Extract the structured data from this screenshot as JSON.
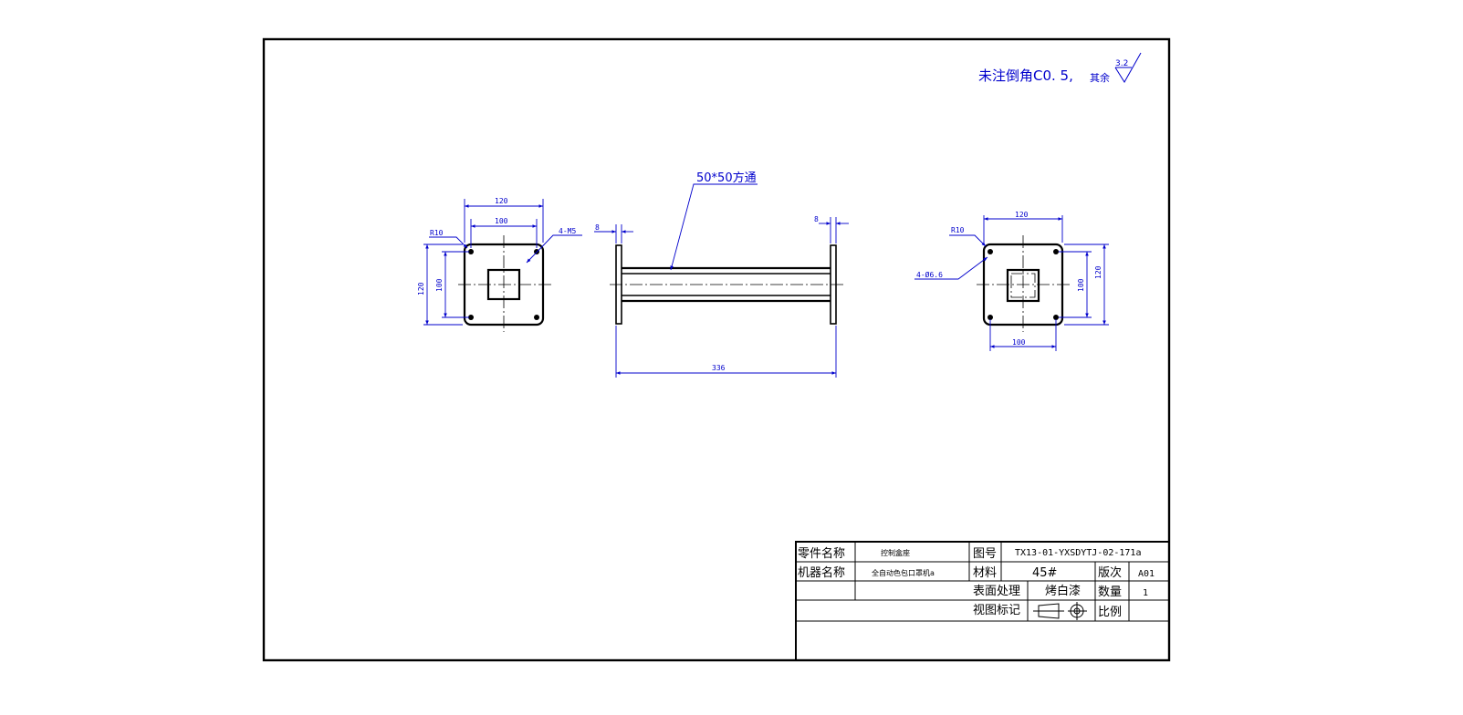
{
  "note": {
    "chamfer_text": "未注倒角C0. 5,",
    "rest_text": "其余",
    "roughness_value": "3.2"
  },
  "callouts": {
    "tube": "50*50方通"
  },
  "left_view": {
    "outer_width": "120",
    "hole_spacing_width": "100",
    "corner_radius": "R10",
    "holes": "4-M5",
    "outer_height": "120",
    "hole_spacing_height": "100"
  },
  "front_view": {
    "plate_thickness_left": "8",
    "plate_thickness_right": "8",
    "overall_length": "336"
  },
  "right_view": {
    "outer_width": "120",
    "hole_spacing_width": "100",
    "corner_radius": "R10",
    "holes": "4-Ø6.6",
    "hole_spacing_height": "100",
    "outer_height": "120"
  },
  "title_block": {
    "part_name_label": "零件名称",
    "part_name_value": "控制盒座",
    "drawing_no_label": "图号",
    "drawing_no_value": "TX13-01-YXSDYTJ-02-171a",
    "machine_name_label": "机器名称",
    "machine_name_value": "全自动色包口罩机a",
    "material_label": "材料",
    "material_value": "45#",
    "version_label": "版次",
    "version_value": "A01",
    "surface_label": "表面处理",
    "surface_value": "烤白漆",
    "quantity_label": "数量",
    "quantity_value": "1",
    "view_mark_label": "视图标记",
    "scale_label": "比例",
    "scale_value": ""
  }
}
